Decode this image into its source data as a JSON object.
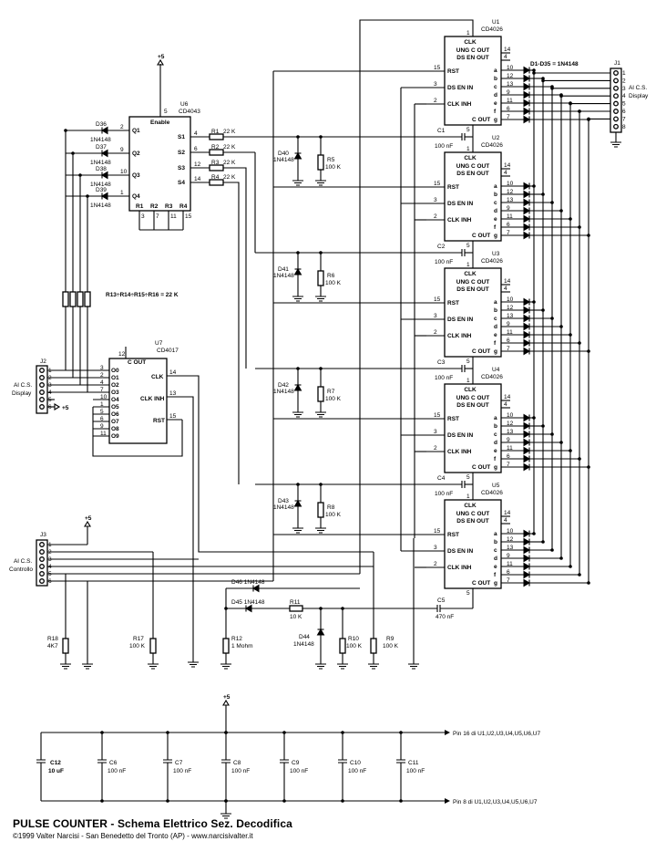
{
  "title": "PULSE COUNTER - Schema Elettrico Sez. Decodifica",
  "credit": "©1999 Valter Narcisi - San Benedetto del Tronto (AP) - www.narcisivalter.it",
  "supply": "+5",
  "counters": [
    {
      "ref": "U1",
      "part": "CD4026"
    },
    {
      "ref": "U2",
      "part": "CD4026"
    },
    {
      "ref": "U3",
      "part": "CD4026"
    },
    {
      "ref": "U4",
      "part": "CD4026"
    },
    {
      "ref": "U5",
      "part": "CD4026"
    }
  ],
  "counter_pins": {
    "clk": "CLK",
    "ung": "UNG C OUT",
    "ds_en_out": "DS EN OUT",
    "rst": "RST",
    "ds_en_in": "DS EN IN",
    "clk_inh": "CLK INH",
    "cout": "C OUT",
    "segments": [
      "a",
      "b",
      "c",
      "d",
      "e",
      "f",
      "g"
    ],
    "seg_pins": [
      "10",
      "12",
      "13",
      "9",
      "11",
      "6",
      "7"
    ],
    "pin_clk": "1",
    "pin_ung": "14",
    "pin_dsout": "4",
    "pin_rst": "15",
    "pin_dsin": "3",
    "pin_inh": "2",
    "pin_cout": "5"
  },
  "diode_note": "D1-D35 = 1N4148",
  "u6": {
    "ref": "U6",
    "part": "CD4043",
    "enable": "Enable",
    "q": [
      "Q1",
      "Q2",
      "Q3",
      "Q4"
    ],
    "s": [
      "S1",
      "S2",
      "S3",
      "S4"
    ],
    "r": [
      "R1",
      "R2",
      "R3",
      "R4"
    ],
    "q_pins": [
      "2",
      "9",
      "10",
      "1"
    ],
    "s_pins": [
      "4",
      "6",
      "12",
      "14"
    ],
    "r_pins": [
      "3",
      "7",
      "11",
      "15"
    ],
    "en_pin": "5"
  },
  "u7": {
    "ref": "U7",
    "part": "CD4017",
    "cout": "C OUT",
    "clk": "CLK",
    "clk_inh": "CLK INH",
    "rst": "RST",
    "outs": [
      "O0",
      "O1",
      "O2",
      "O3",
      "O4",
      "O5",
      "O6",
      "O7",
      "O8",
      "O9"
    ],
    "out_pins": [
      "3",
      "2",
      "4",
      "7",
      "10",
      "1",
      "5",
      "6",
      "9",
      "11"
    ],
    "pin_cout": "12",
    "pin_clk": "14",
    "pin_inh": "13",
    "pin_rst": "15"
  },
  "u6_diodes": [
    {
      "ref": "D36",
      "value": "1N4148"
    },
    {
      "ref": "D37",
      "value": "1N4148"
    },
    {
      "ref": "D38",
      "value": "1N4148"
    },
    {
      "ref": "D39",
      "value": "1N4148"
    }
  ],
  "u6_resistors": [
    {
      "ref": "R1",
      "value": "22 K"
    },
    {
      "ref": "R2",
      "value": "22 K"
    },
    {
      "ref": "R3",
      "value": "22 K"
    },
    {
      "ref": "R4",
      "value": "22 K"
    }
  ],
  "pull_note": "R13÷R14÷R15÷R16 = 22 K",
  "couplings": [
    {
      "d": "D40",
      "dv": "1N4148",
      "r": "R5",
      "rv": "100 K",
      "c": "C1",
      "cv": "100 nF"
    },
    {
      "d": "D41",
      "dv": "1N4148",
      "r": "R6",
      "rv": "100 K",
      "c": "C2",
      "cv": "100 nF"
    },
    {
      "d": "D42",
      "dv": "1N4148",
      "r": "R7",
      "rv": "100 K",
      "c": "C3",
      "cv": "100 nF"
    },
    {
      "d": "D43",
      "dv": "1N4148",
      "r": "R8",
      "rv": "100 K",
      "c": "C4",
      "cv": "100 nF"
    }
  ],
  "c5": {
    "ref": "C5",
    "value": "470 nF"
  },
  "j1": {
    "ref": "J1",
    "label": [
      "Al C.S.",
      "Display"
    ],
    "pins": [
      "1",
      "2",
      "3",
      "4",
      "5",
      "6",
      "7",
      "8"
    ]
  },
  "j2": {
    "ref": "J2",
    "label": [
      "Al C.S.",
      "Display"
    ],
    "pins": [
      "1",
      "2",
      "3",
      "4",
      "5",
      "6"
    ],
    "supply": "+5"
  },
  "j3": {
    "ref": "J3",
    "label": [
      "Al C.S.",
      "Controllo"
    ],
    "pins": [
      "1",
      "2",
      "3",
      "4",
      "5",
      "6"
    ]
  },
  "lower": {
    "d46": "D46",
    "d46v": "1N4148",
    "d45": "D45",
    "d45v": "1N4148",
    "r11": "R11",
    "r11v": "10 K",
    "d44": "D44",
    "d44v": "1N4148",
    "r18": "R18",
    "r18v": "4K7",
    "r17": "R17",
    "r17v": "100 K",
    "r12": "R12",
    "r12v": "1 Mohm",
    "r10": "R10",
    "r10v": "100 K",
    "r9": "R9",
    "r9v": "100 K"
  },
  "caps": [
    {
      "ref": "C12",
      "value": "10 uF"
    },
    {
      "ref": "C6",
      "value": "100 nF"
    },
    {
      "ref": "C7",
      "value": "100 nF"
    },
    {
      "ref": "C8",
      "value": "100 nF"
    },
    {
      "ref": "C9",
      "value": "100 nF"
    },
    {
      "ref": "C10",
      "value": "100 nF"
    },
    {
      "ref": "C11",
      "value": "100 nF"
    }
  ],
  "rail_top": "Pin 16 di U1,U2,U3,U4,U5,U6,U7",
  "rail_bottom": "Pin 8 di U1,U2,U3,U4,U5,U6,U7"
}
